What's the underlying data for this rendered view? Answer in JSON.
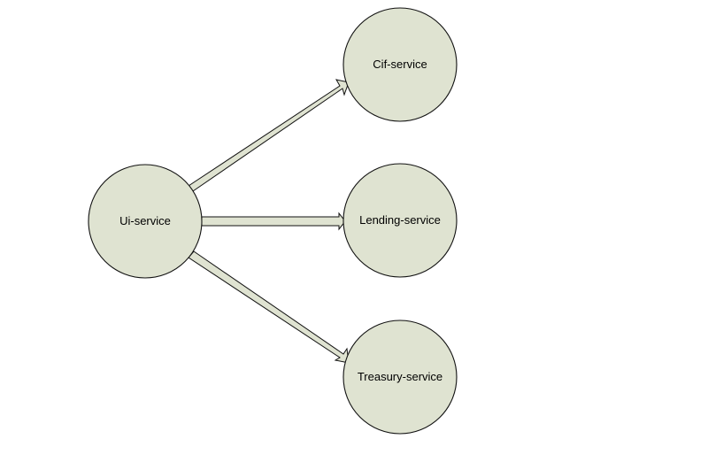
{
  "colors": {
    "node_fill": "#dfe3d1",
    "arrow_fill": "#dfe3d1",
    "stroke": "#111111",
    "background": "#ffffff"
  },
  "nodes": [
    {
      "id": "ui",
      "label": "Ui-service"
    },
    {
      "id": "cif",
      "label": "Cif-service"
    },
    {
      "id": "lending",
      "label": "Lending-service"
    },
    {
      "id": "treasury",
      "label": "Treasury-service"
    }
  ],
  "edges": [
    {
      "from": "ui",
      "to": "cif"
    },
    {
      "from": "ui",
      "to": "lending"
    },
    {
      "from": "ui",
      "to": "treasury"
    }
  ]
}
